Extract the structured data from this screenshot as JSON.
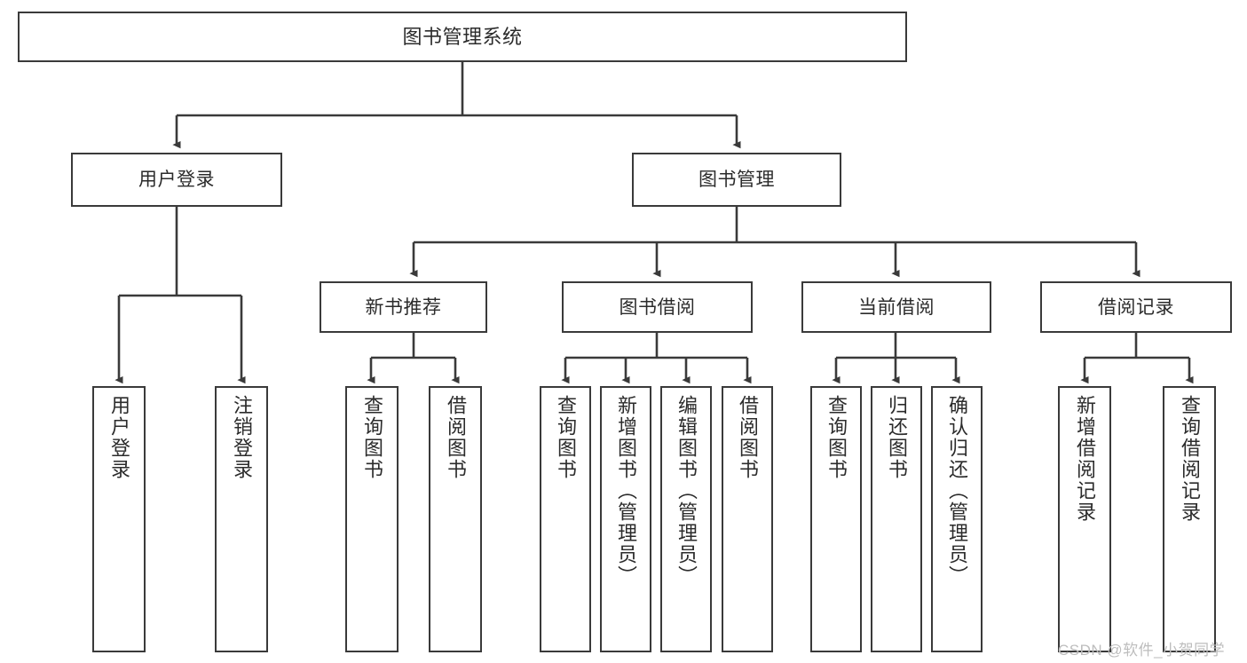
{
  "diagram": {
    "type": "tree-hierarchy",
    "title": "图书管理系统",
    "orientation": "top-down",
    "colors": {
      "stroke": "#3a3a3a",
      "fill": "#ffffff",
      "text": "#2b2b2b",
      "watermark": "#bdbdbd"
    },
    "root": {
      "label": "图书管理系统"
    },
    "level1": [
      {
        "label": "用户登录"
      },
      {
        "label": "图书管理"
      }
    ],
    "level2": [
      {
        "label": "新书推荐"
      },
      {
        "label": "图书借阅"
      },
      {
        "label": "当前借阅"
      },
      {
        "label": "借阅记录"
      }
    ],
    "leaves": {
      "user_login": [
        {
          "label": "用户登录"
        },
        {
          "label": "注销登录"
        }
      ],
      "new_book_recommend": [
        {
          "label": "查询图书"
        },
        {
          "label": "借阅图书"
        }
      ],
      "book_borrow": [
        {
          "label": "查询图书"
        },
        {
          "label": "新增图书（管理员）"
        },
        {
          "label": "编辑图书（管理员）"
        },
        {
          "label": "借阅图书"
        }
      ],
      "current_borrow": [
        {
          "label": "查询图书"
        },
        {
          "label": "归还图书"
        },
        {
          "label": "确认归还（管理员）"
        }
      ],
      "borrow_records": [
        {
          "label": "新增借阅记录"
        },
        {
          "label": "查询借阅记录"
        }
      ]
    }
  },
  "watermark": {
    "text": "CSDN @软件_小贺同学"
  }
}
